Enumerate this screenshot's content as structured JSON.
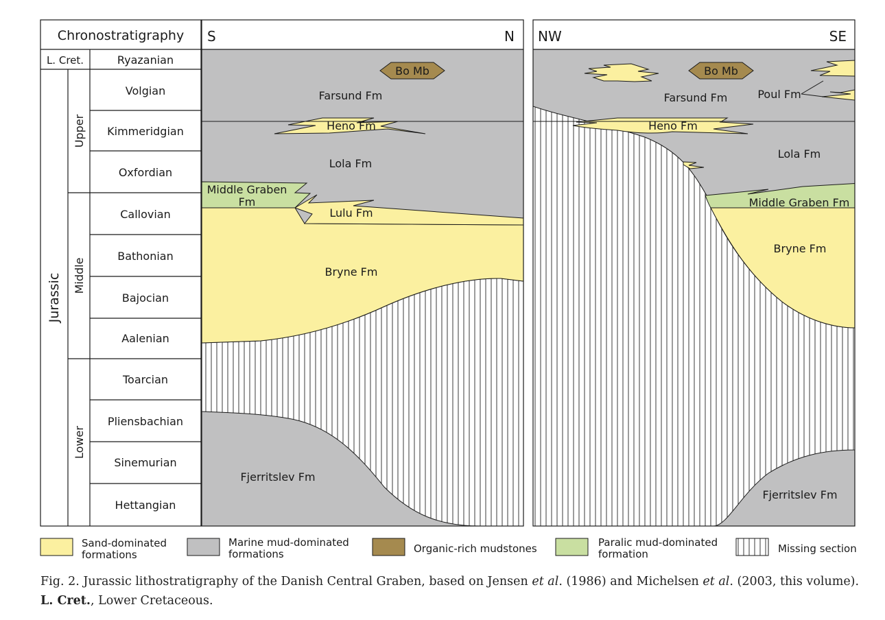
{
  "chronostratigraphy": {
    "header": "Chronostratigraphy",
    "system_cretaceous": "L. Cret.",
    "system_jurassic": "Jurassic",
    "series": [
      "Upper",
      "Middle",
      "Lower"
    ],
    "stages": [
      "Ryazanian",
      "Volgian",
      "Kimmeridgian",
      "Oxfordian",
      "Callovian",
      "Bathonian",
      "Bajocian",
      "Aalenian",
      "Toarcian",
      "Pliensbachian",
      "Sinemurian",
      "Hettangian"
    ]
  },
  "section_left": {
    "dir_left": "S",
    "dir_right": "N",
    "labels": {
      "bo_mb": "Bo Mb",
      "farsund": "Farsund Fm",
      "heno": "Heno Fm",
      "lola": "Lola Fm",
      "middle_graben_1": "Middle Graben",
      "middle_graben_2": "Fm",
      "lulu": "Lulu Fm",
      "bryne": "Bryne Fm",
      "fjerritslev": "Fjerritslev Fm"
    }
  },
  "section_right": {
    "dir_left": "NW",
    "dir_right": "SE",
    "labels": {
      "bo_mb": "Bo Mb",
      "farsund": "Farsund Fm",
      "poul": "Poul Fm",
      "heno": "Heno Fm",
      "lola": "Lola Fm",
      "middle_graben": "Middle Graben Fm",
      "bryne": "Bryne Fm",
      "fjerritslev": "Fjerritslev Fm"
    }
  },
  "legend": [
    {
      "line1": "Sand-dominated",
      "line2": "formations",
      "color": "#fbf0a0"
    },
    {
      "line1": "Marine mud-dominated",
      "line2": "formations",
      "color": "#c0c0c1"
    },
    {
      "line1": "Organic-rich mudstones",
      "line2": "",
      "color": "#a58a4f"
    },
    {
      "line1": "Paralic mud-dominated",
      "line2": "formation",
      "color": "#c9dfa1"
    },
    {
      "line1": "Missing section",
      "line2": "",
      "color": "hatch"
    }
  ],
  "caption": {
    "fig": "Fig. 2. Jurassic lithostratigraphy of the Danish Central Graben, based on Jensen ",
    "etal1": "et al",
    "mid": ". (1986) and Michelsen ",
    "etal2": "et al",
    "end": ". (2003, this volume).",
    "abbr_bold": "L. Cret.",
    "abbr_rest": ", Lower Cretaceous."
  },
  "colors": {
    "sand": "#fbf0a0",
    "marine_mud": "#c0c0c1",
    "organic": "#a58a4f",
    "paralic": "#c9dfa1"
  }
}
